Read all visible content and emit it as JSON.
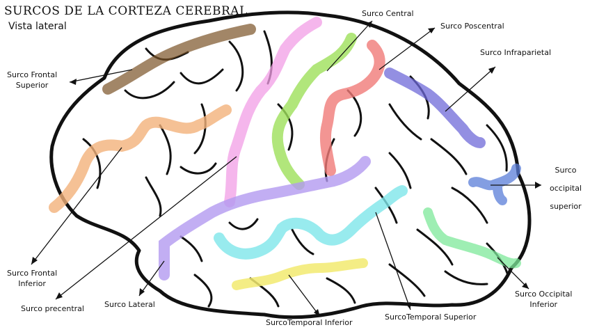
{
  "title": "SURCOS DE LA CORTEZA CEREBRAL",
  "subtitle": "Vista lateral",
  "labels": {
    "frontal_superior_1": "Surco Frontal",
    "frontal_superior_2": "Superior",
    "frontal_inferior_1": "Surco Frontal",
    "frontal_inferior_2": "Inferior",
    "precentral": "Surco precentral",
    "lateral": "Surco Lateral",
    "temporal_inferior": "SurcoTemporal Inferior",
    "temporal_superior": "SurcoTemporal Superior",
    "occipital_inferior_1": "Surco Occipital",
    "occipital_inferior_2": "Inferior",
    "occipital_superior_1": "Surco",
    "occipital_superior_2": "occipital",
    "occipital_superior_3": "superior",
    "infraparietal": "Surco Infraparietal",
    "poscentral": "Surco Poscentral",
    "central": "Surco Central"
  },
  "colors": {
    "frontal_superior": "#7a5326",
    "frontal_inferior": "#f2b27a",
    "precentral": "#f29ee6",
    "central": "#9ee05a",
    "poscentral": "#f07a78",
    "infraparietal": "#6f6ad8",
    "occipital_superior": "#5a7ed8",
    "occipital_inferior": "#7ee89a",
    "lateral": "#b39af0",
    "temporal_superior": "#7ee6ea",
    "temporal_inferior": "#f2ea70",
    "outline": "#111111"
  }
}
